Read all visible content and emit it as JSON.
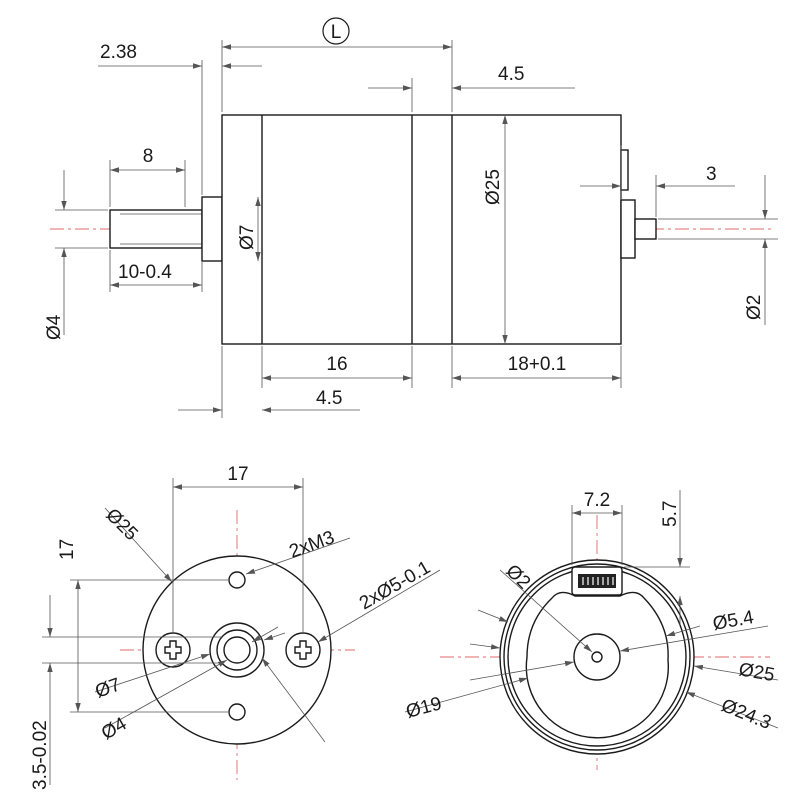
{
  "side_view": {
    "label_L": "L",
    "dim_2_38": "2.38",
    "dim_4_5_top": "4.5",
    "dim_8": "8",
    "dim_3": "3",
    "dim_d25": "Ø25",
    "dim_d7": "Ø7",
    "dim_10_0_4": "10-0.4",
    "dim_d4": "Ø4",
    "dim_d2": "Ø2",
    "dim_16": "16",
    "dim_18_0_1": "18+0.1",
    "dim_4_5_bottom": "4.5"
  },
  "front_view": {
    "dim_17_h": "17",
    "dim_17_v": "17",
    "dim_d25": "Ø25",
    "dim_2xM3": "2xM3",
    "dim_2xd5": "2xØ5-0.1",
    "dim_d7": "Ø7",
    "dim_d4": "Ø4",
    "dim_3_5": "3.5-0.02"
  },
  "rear_view": {
    "dim_7_2": "7.2",
    "dim_5_7": "5.7",
    "dim_d2": "Ø2",
    "dim_d5_4": "Ø5.4",
    "dim_d25": "Ø25",
    "dim_d19": "Ø19",
    "dim_d24_3": "Ø24.3"
  },
  "colors": {
    "line": "#1a1a1a",
    "dimension": "#555555",
    "centerline": "#e06a6a"
  }
}
